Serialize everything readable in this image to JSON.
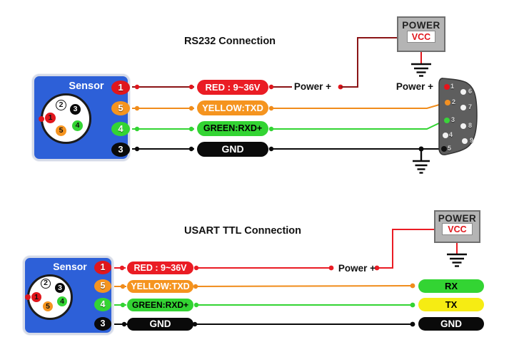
{
  "colors": {
    "sensor_blue": "#2d60d8",
    "bright_red": "#ea1c24",
    "dark_red_wire": "#8b1416",
    "orange": "#f5941f",
    "green": "#33d433",
    "yellow": "#f6ec13",
    "black": "#0a0a0a",
    "power_box_gray": "#b4b4b4",
    "db9_gray": "#5e5e5e",
    "vcc_red": "#e0161c"
  },
  "sensor": {
    "label": "Sensor",
    "badges": [
      {
        "n": "1"
      },
      {
        "n": "5"
      },
      {
        "n": "4"
      },
      {
        "n": "3"
      }
    ],
    "circle_pins": [
      {
        "n": "2"
      },
      {
        "n": "3"
      },
      {
        "n": "1"
      },
      {
        "n": "4"
      },
      {
        "n": "5"
      }
    ]
  },
  "rs232": {
    "title": "RS232 Connection",
    "pills": [
      {
        "label": "RED : 9~36V",
        "color": "#ea1c24"
      },
      {
        "label": "YELLOW:TXD",
        "color": "#f5941f"
      },
      {
        "label": "GREEN:RXD+",
        "color": "#33d433"
      },
      {
        "label": "GND",
        "color": "#0a0a0a"
      }
    ],
    "power_plus_left": "Power +",
    "power_plus_right": "Power +",
    "power_box": {
      "title": "POWER",
      "vcc": "VCC"
    },
    "db9_pins": [
      {
        "n": "1"
      },
      {
        "n": "2"
      },
      {
        "n": "3"
      },
      {
        "n": "4"
      },
      {
        "n": "5"
      },
      {
        "n": "6"
      },
      {
        "n": "7"
      },
      {
        "n": "8"
      },
      {
        "n": "9"
      }
    ]
  },
  "usart": {
    "title": "USART TTL Connection",
    "pills": [
      {
        "label": "RED : 9~36V",
        "color": "#ea1c24"
      },
      {
        "label": "YELLOW:TXD",
        "color": "#f5941f"
      },
      {
        "label": "GREEN:RXD+",
        "color": "#33d433"
      },
      {
        "label": "GND",
        "color": "#0a0a0a"
      }
    ],
    "power_plus": "Power +",
    "power_box": {
      "title": "POWER",
      "vcc": "VCC"
    },
    "mcu_pins": [
      {
        "label": "RX",
        "color": "#33d433"
      },
      {
        "label": "TX",
        "color": "#f6ec13"
      },
      {
        "label": "GND",
        "color": "#0a0a0a"
      }
    ]
  }
}
